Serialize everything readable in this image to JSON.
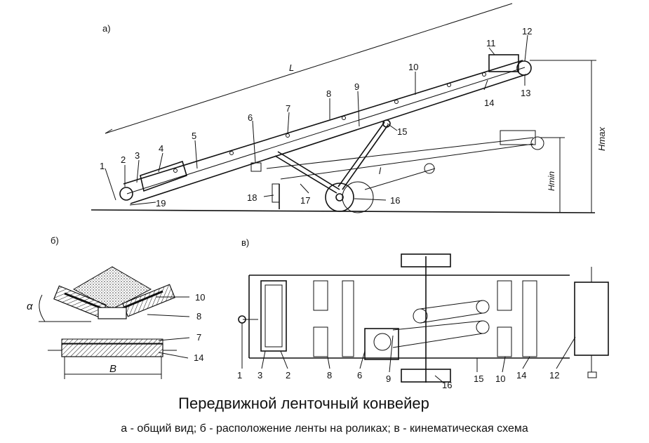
{
  "caption": {
    "title": "Передвижной ленточный конвейер",
    "subtitle": "а - общий вид; б - расположение ленты на роликах; в - кинематическая схема"
  },
  "views": {
    "a": "а)",
    "b": "б)",
    "c": "в)"
  },
  "dimensions": {
    "length": "L",
    "alpha": "α",
    "width": "B",
    "hmax": "Hmax",
    "hmin": "Hmin",
    "l": "l"
  },
  "view_a_labels": [
    "1",
    "2",
    "3",
    "4",
    "5",
    "6",
    "7",
    "8",
    "9",
    "10",
    "11",
    "12",
    "13",
    "14",
    "15",
    "16",
    "17",
    "18",
    "19"
  ],
  "view_b_labels": [
    "10",
    "8",
    "7",
    "14"
  ],
  "view_c_labels": [
    "1",
    "3",
    "2",
    "8",
    "6",
    "9",
    "16",
    "15",
    "10",
    "14",
    "12"
  ]
}
